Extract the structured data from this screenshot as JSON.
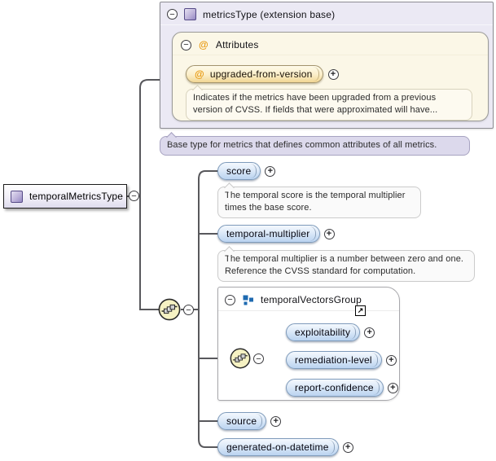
{
  "icons": {
    "collapse": "−",
    "expand": "+",
    "at": "@",
    "link_arrow": "↗"
  },
  "extension_base": {
    "title": "metricsType (extension base)",
    "attributes": {
      "section_label": "Attributes",
      "attribute_name": "upgraded-from-version",
      "attribute_doc": "Indicates if the metrics have been upgraded from a previous version of CVSS. If fields that were approximated will have..."
    }
  },
  "base_doc": "Base type for metrics that defines common attributes of all metrics.",
  "root": {
    "label": "temporalMetricsType"
  },
  "tree": {
    "score": {
      "label": "score",
      "doc": "The temporal score is the temporal multiplier times the base score."
    },
    "temporal_multiplier": {
      "label": "temporal-multiplier",
      "doc": "The temporal multiplier is a number between zero and one. Reference the CVSS standard for computation."
    },
    "vectors_group": {
      "title": "temporalVectorsGroup",
      "children": {
        "exploitability": {
          "label": "exploitability"
        },
        "remediation_level": {
          "label": "remediation-level"
        },
        "report_confidence": {
          "label": "report-confidence"
        }
      }
    },
    "source": {
      "label": "source"
    },
    "generated_on_datetime": {
      "label": "generated-on-datetime"
    }
  },
  "colors": {
    "panel_bg": "#ebe9f4",
    "attributes_bg": "#fbf7e7",
    "element_pill": "#bad3f0",
    "attribute_pill": "#f2d694",
    "annotation_lavender": "#dcd9ec",
    "connector_line": "#58585c",
    "group_icon_blue": "#1e6ab0"
  }
}
